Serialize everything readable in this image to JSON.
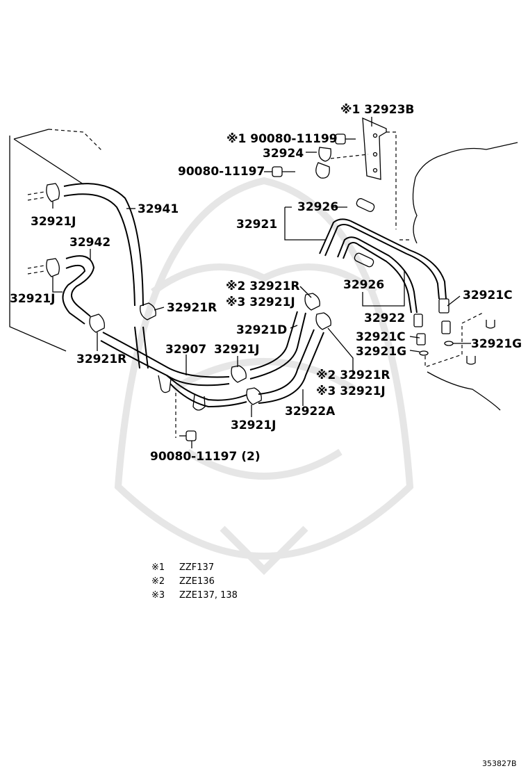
{
  "labels": {
    "p32923b": "※1 32923B",
    "p90080_11199": "※1 90080-11199",
    "p32924": "32924",
    "p90080_11197": "90080-11197",
    "p32921j_a": "32921J",
    "p32941": "32941",
    "p32942": "32942",
    "p32921j_b": "32921J",
    "p32921r_a": "32921R",
    "p32921r_b": "32921R",
    "p32926_a": "32926",
    "p32921": "32921",
    "p32921r_c": "※2 32921R",
    "p32921j_c": "※3 32921J",
    "p32926_b": "32926",
    "p32921c_a": "32921C",
    "p32922": "32922",
    "p32921d": "32921D",
    "p32921c_b": "32921C",
    "p32921g_a": "32921G",
    "p32921g_b": "32921G",
    "p32907": "32907",
    "p32921j_d": "32921J",
    "p32921r_d": "※2 32921R",
    "p32921j_e": "※3 32921J",
    "p32921j_f": "32921J",
    "p32922a": "32922A",
    "p90080_11197_2": "90080-11197 (2)"
  },
  "legend": [
    {
      "mark": "※1",
      "text": "ZZF137"
    },
    {
      "mark": "※2",
      "text": "ZZE136"
    },
    {
      "mark": "※3",
      "text": "ZZE137, 138"
    }
  ],
  "figure_code": "353827B"
}
